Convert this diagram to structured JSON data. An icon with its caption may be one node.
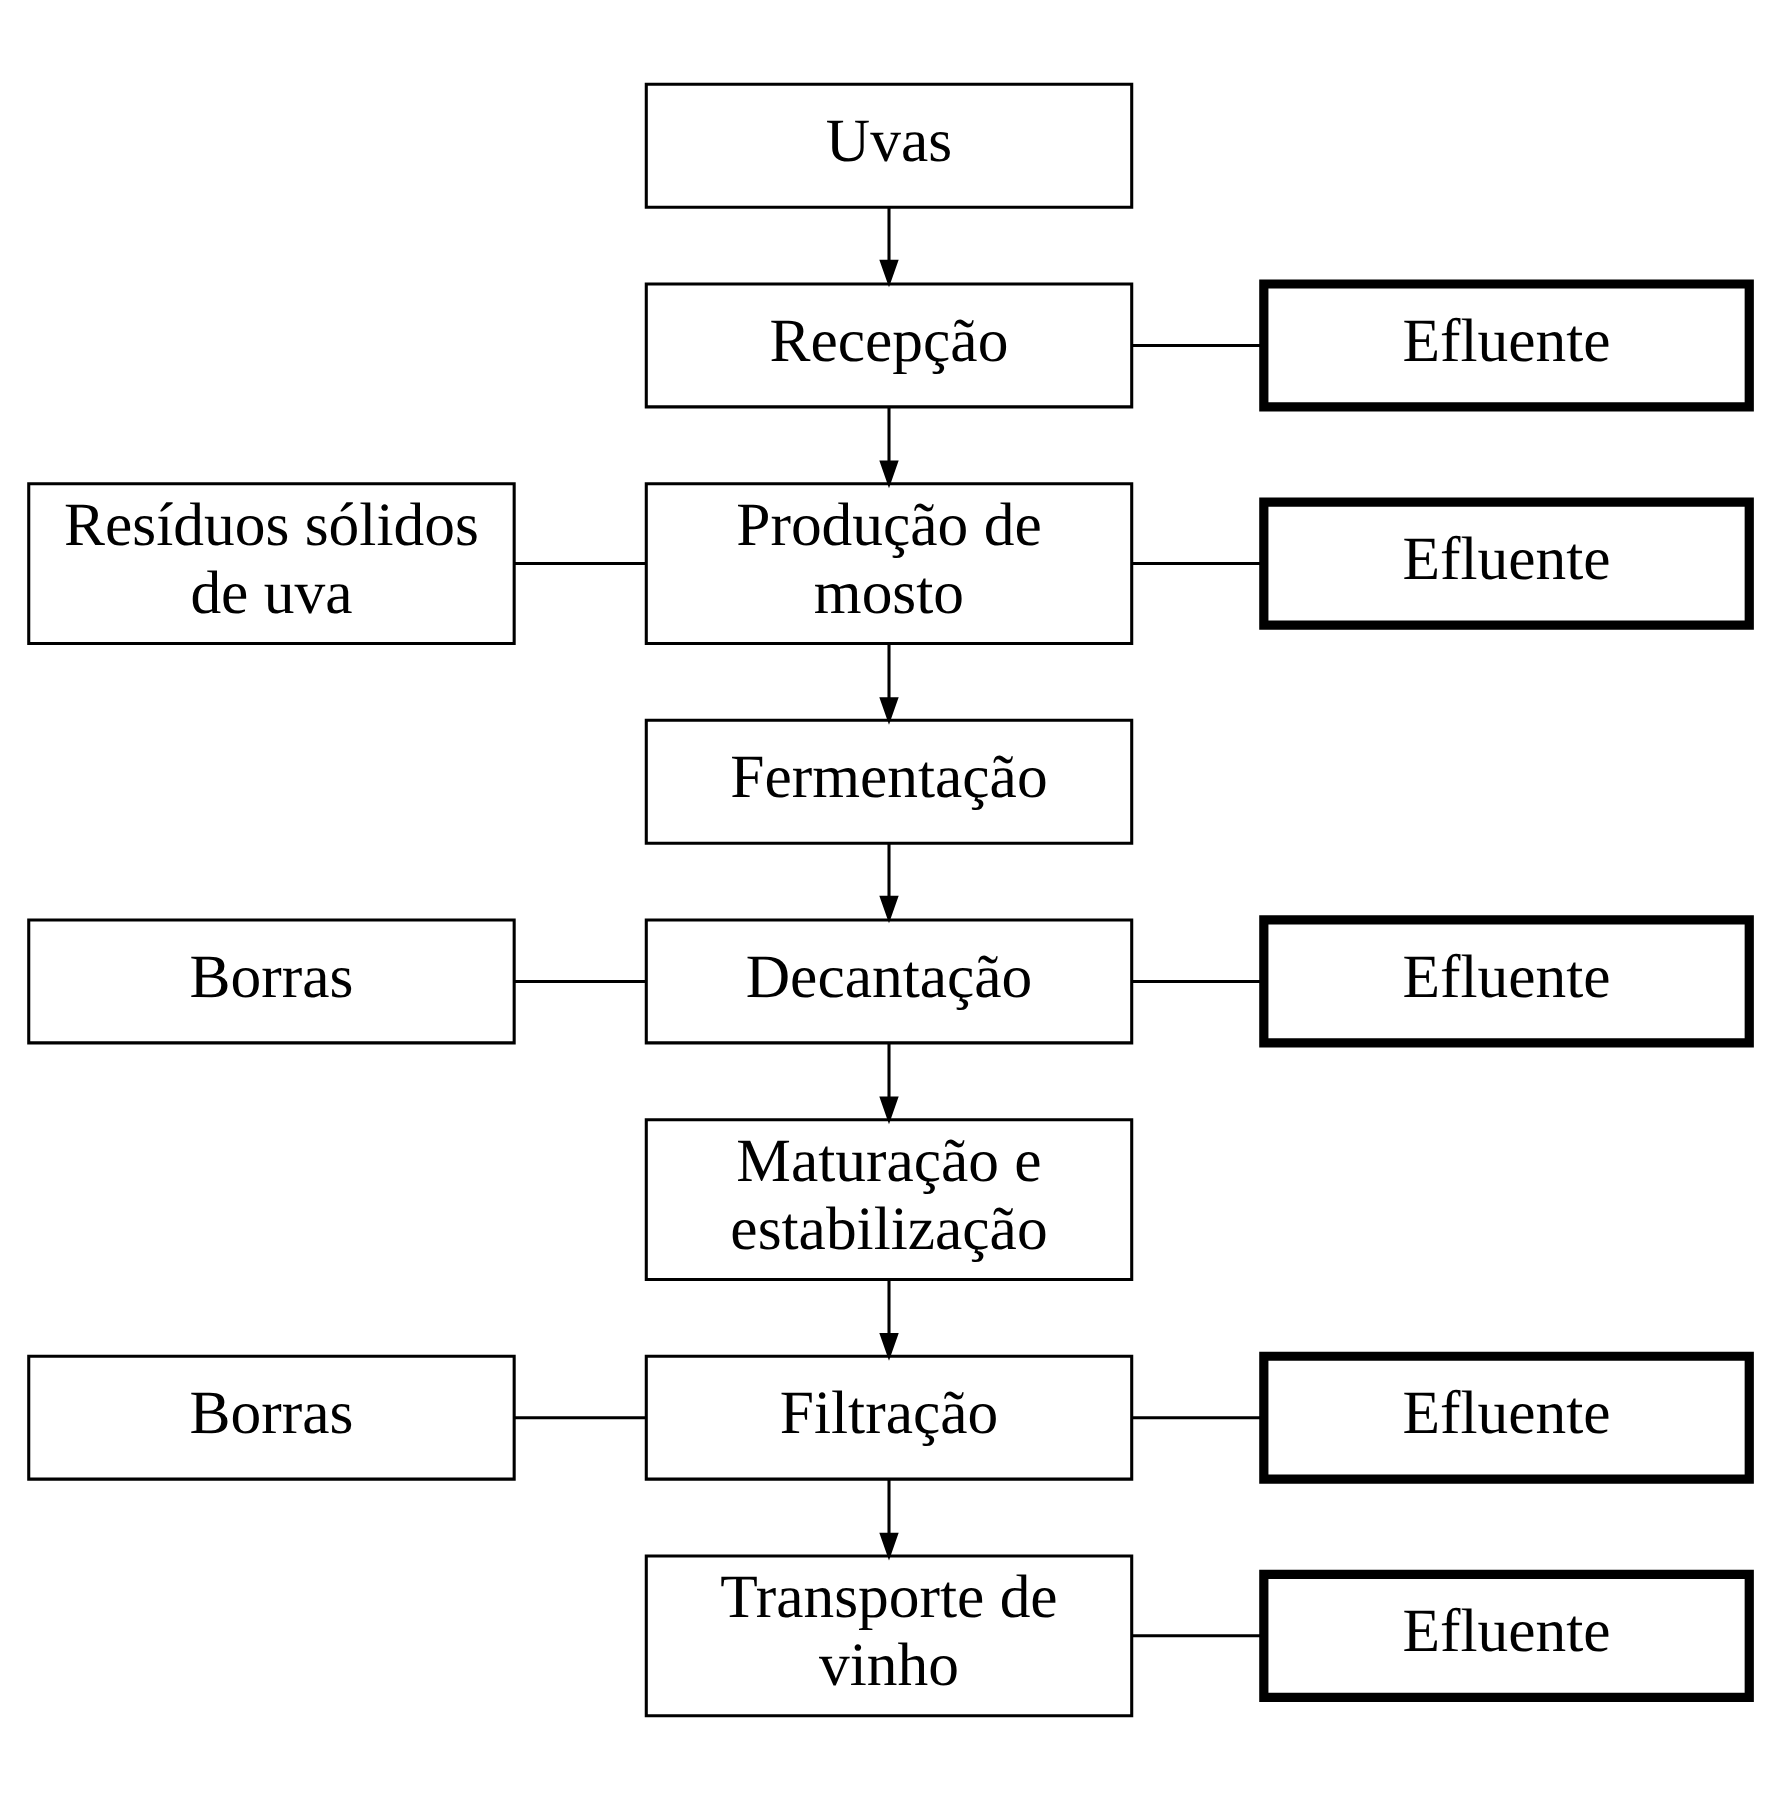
{
  "diagram": {
    "nodes": [
      {
        "text": [
          "Uvas"
        ]
      },
      {
        "text": [
          "Recepção"
        ]
      },
      {
        "text": [
          "Efluente"
        ]
      },
      {
        "text": [
          "Resíduos sólidos de uva"
        ]
      },
      {
        "text": [
          "Produção de mosto"
        ]
      },
      {
        "text": [
          "Efluente"
        ]
      },
      {
        "text": [
          "Fermentação"
        ]
      },
      {
        "text": [
          "Borras"
        ]
      },
      {
        "text": [
          "Decantação"
        ]
      },
      {
        "text": [
          "Efluente"
        ]
      },
      {
        "text": [
          "Maturação e estabilização"
        ]
      },
      {
        "text": [
          "Borras"
        ]
      },
      {
        "text": [
          "Filtração"
        ]
      },
      {
        "text": [
          "Efluente"
        ]
      },
      {
        "text": [
          "Transporte de vinho"
        ]
      },
      {
        "text": [
          "Efluente"
        ]
      }
    ],
    "edges": [
      {
        "from": 0,
        "to": 1,
        "arrow": "to"
      },
      {
        "from": 1,
        "to": 2,
        "arrow": "none"
      },
      {
        "from": 1,
        "to": 4,
        "arrow": "to"
      },
      {
        "from": 4,
        "to": 3,
        "arrow": "none"
      },
      {
        "from": 4,
        "to": 5,
        "arrow": "none"
      },
      {
        "from": 4,
        "to": 6,
        "arrow": "to"
      },
      {
        "from": 6,
        "to": 8,
        "arrow": "to"
      },
      {
        "from": 8,
        "to": 7,
        "arrow": "none"
      },
      {
        "from": 8,
        "to": 9,
        "arrow": "none"
      },
      {
        "from": 8,
        "to": 10,
        "arrow": "to"
      },
      {
        "from": 10,
        "to": 12,
        "arrow": "to"
      },
      {
        "from": 12,
        "to": 11,
        "arrow": "none"
      },
      {
        "from": 12,
        "to": 13,
        "arrow": "none"
      },
      {
        "from": 12,
        "to": 14,
        "arrow": "to"
      },
      {
        "from": 14,
        "to": 15,
        "arrow": "none"
      }
    ]
  }
}
